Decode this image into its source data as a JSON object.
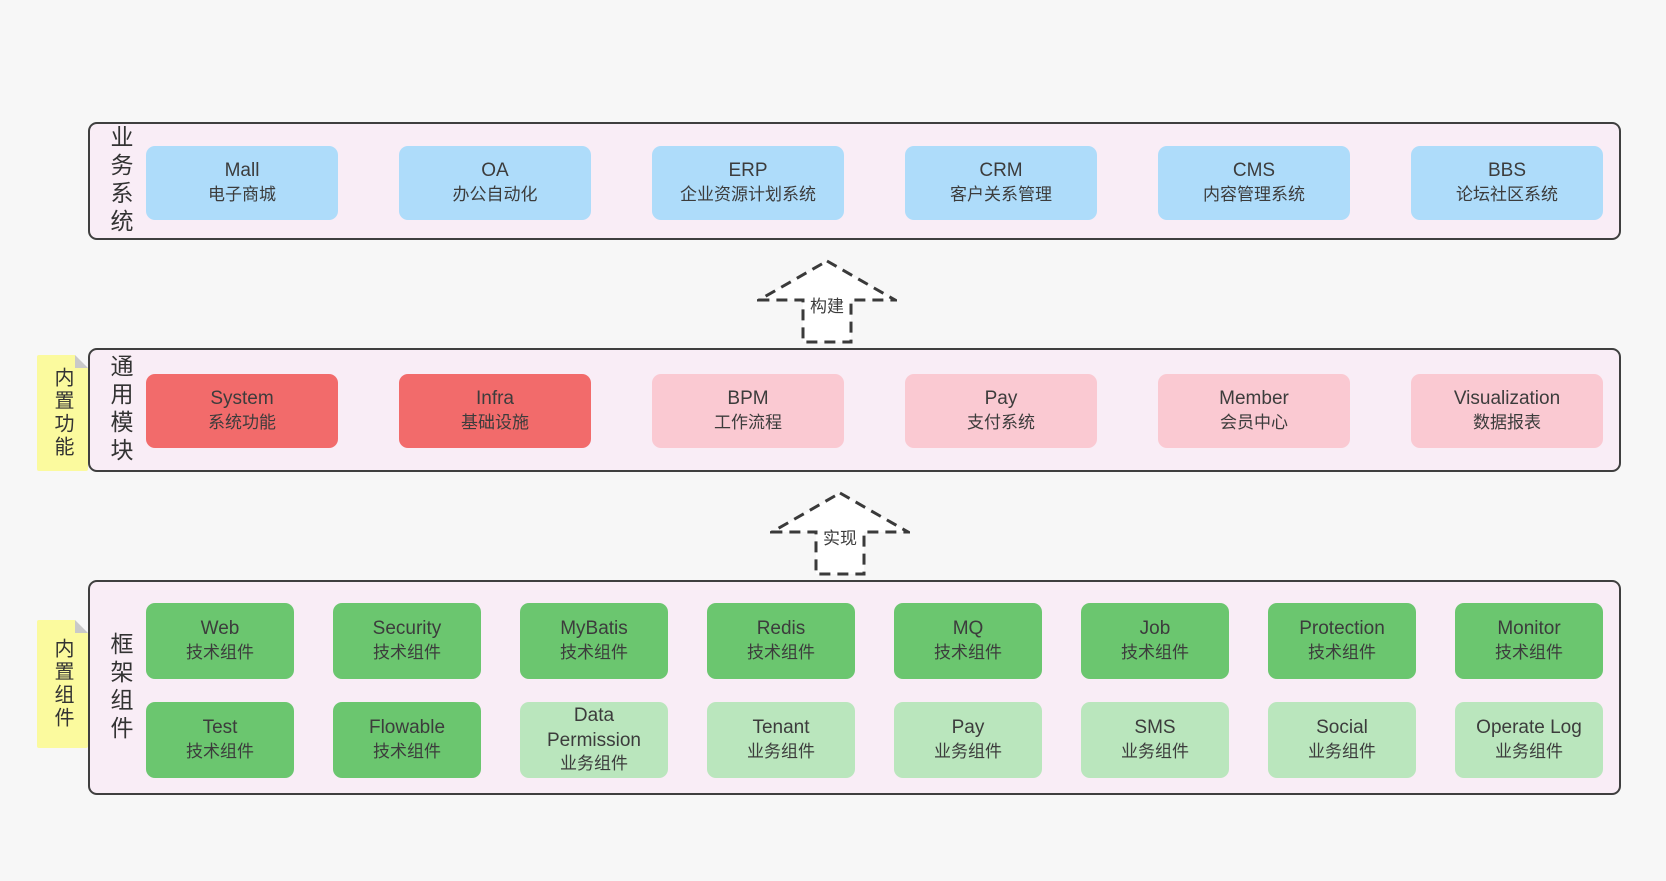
{
  "arrows": [
    {
      "label": "构建"
    },
    {
      "label": "实现"
    }
  ],
  "bands": [
    {
      "label": "业务系统",
      "rows": [
        [
          {
            "title": "Mall",
            "subtitle": "电子商城"
          },
          {
            "title": "OA",
            "subtitle": "办公自动化"
          },
          {
            "title": "ERP",
            "subtitle": "企业资源计划系统"
          },
          {
            "title": "CRM",
            "subtitle": "客户关系管理"
          },
          {
            "title": "CMS",
            "subtitle": "内容管理系统"
          },
          {
            "title": "BBS",
            "subtitle": "论坛社区系统"
          }
        ]
      ]
    },
    {
      "label": "通用模块",
      "note": "内置功能",
      "rows": [
        [
          {
            "title": "System",
            "subtitle": "系统功能"
          },
          {
            "title": "Infra",
            "subtitle": "基础设施"
          },
          {
            "title": "BPM",
            "subtitle": "工作流程"
          },
          {
            "title": "Pay",
            "subtitle": "支付系统"
          },
          {
            "title": "Member",
            "subtitle": "会员中心"
          },
          {
            "title": "Visualization",
            "subtitle": "数据报表"
          }
        ]
      ]
    },
    {
      "label": "框架组件",
      "note": "内置组件",
      "rows": [
        [
          {
            "title": "Web",
            "subtitle": "技术组件"
          },
          {
            "title": "Security",
            "subtitle": "技术组件"
          },
          {
            "title": "MyBatis",
            "subtitle": "技术组件"
          },
          {
            "title": "Redis",
            "subtitle": "技术组件"
          },
          {
            "title": "MQ",
            "subtitle": "技术组件"
          },
          {
            "title": "Job",
            "subtitle": "技术组件"
          },
          {
            "title": "Protection",
            "subtitle": "技术组件"
          },
          {
            "title": "Monitor",
            "subtitle": "技术组件"
          }
        ],
        [
          {
            "title": "Test",
            "subtitle": "技术组件"
          },
          {
            "title": "Flowable",
            "subtitle": "技术组件"
          },
          {
            "title": "Data Permission",
            "subtitle": "业务组件"
          },
          {
            "title": "Tenant",
            "subtitle": "业务组件"
          },
          {
            "title": "Pay",
            "subtitle": "业务组件"
          },
          {
            "title": "SMS",
            "subtitle": "业务组件"
          },
          {
            "title": "Social",
            "subtitle": "业务组件"
          },
          {
            "title": "Operate Log",
            "subtitle": "业务组件"
          }
        ]
      ]
    }
  ],
  "colors": {
    "page_bg": "#f7f7f7",
    "band_bg": "#f9edf6",
    "band_border": "#3f3f3f",
    "box_blue": "#aedcfa",
    "box_red": "#f26b6b",
    "box_pink": "#fac9d2",
    "box_green_dark": "#6bc66f",
    "box_green_light": "#bae6bd",
    "note_yellow": "#fbfa9e",
    "note_fold": "#c9c9c9",
    "arrow_stroke": "#3a3a3a",
    "text": "#3c3c3c"
  }
}
